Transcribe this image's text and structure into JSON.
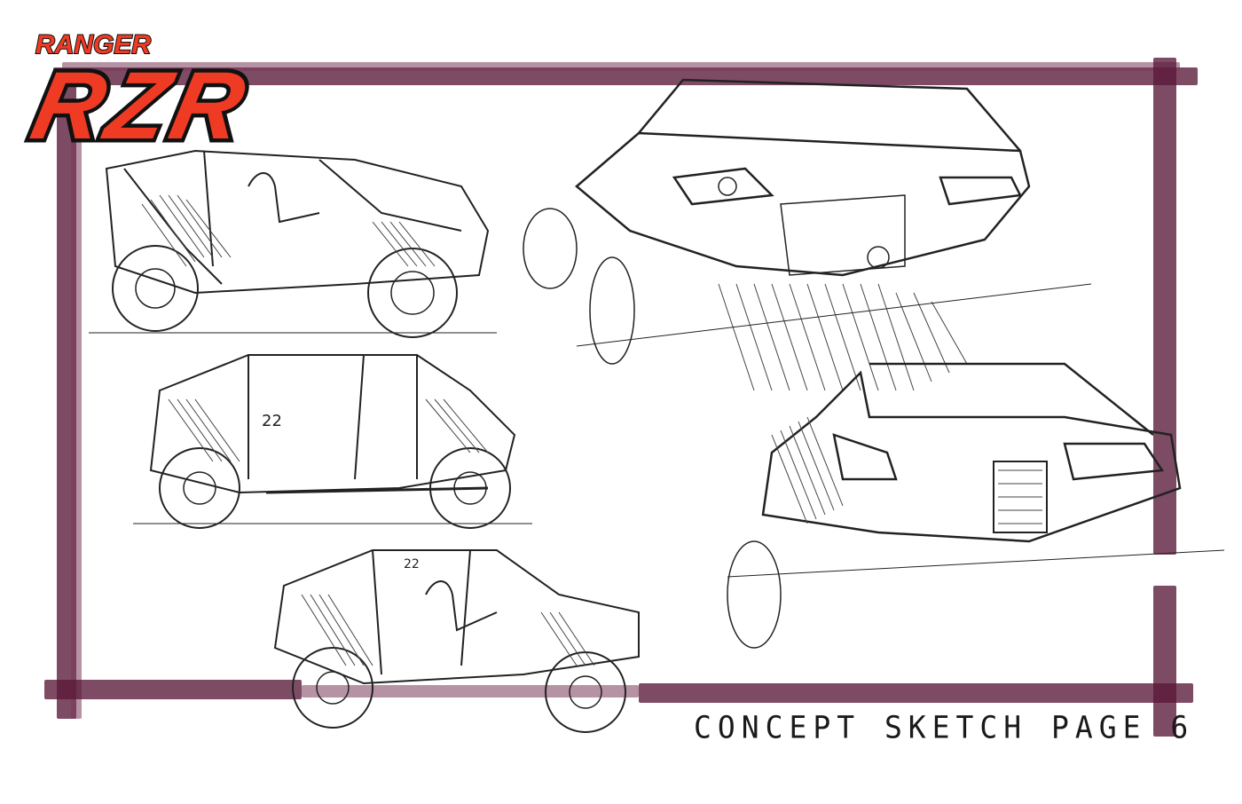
{
  "logo": {
    "brand_top": "RANGER",
    "brand_main": "RZR",
    "colors": {
      "fill": "#ef3b24",
      "outline": "#111111",
      "inner": "#eeeeee"
    }
  },
  "frame": {
    "color": "#5a1838"
  },
  "sketches": [
    {
      "name": "side-view-1",
      "number": ""
    },
    {
      "name": "side-view-2",
      "number": "22"
    },
    {
      "name": "side-view-3",
      "number": "22"
    },
    {
      "name": "front-three-quarter-view",
      "number": ""
    },
    {
      "name": "rear-three-quarter-view",
      "number": ""
    }
  ],
  "caption": "CONCEPT SKETCH PAGE 6"
}
